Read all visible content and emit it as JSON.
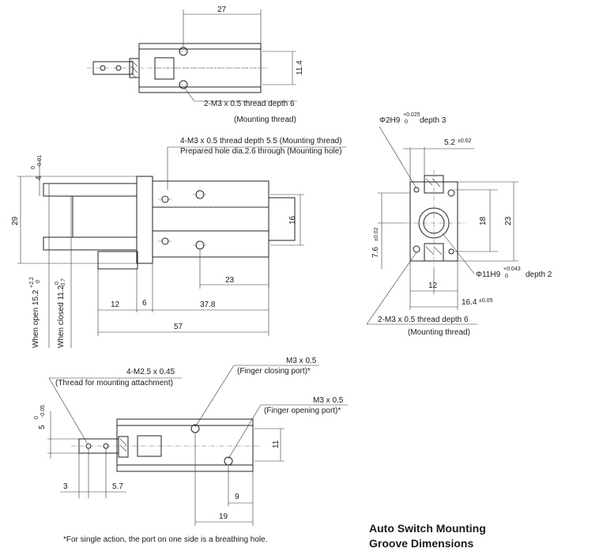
{
  "top_view": {
    "dim_27": "27",
    "dim_11_4": "11.4",
    "note_thread": "2-M3 x 0.5 thread depth 6",
    "note_mounting": "(Mounting thread)"
  },
  "front_view": {
    "note_4m3": "4-M3 x 0.5 thread depth 5.5 (Mounting thread)",
    "note_prepared": "Prepared hole dia.2.6 through  (Mounting hole)",
    "dim_4": "4",
    "dim_4_tol_upper": "0",
    "dim_4_tol_lower": "-0.01",
    "dim_29": "29",
    "dim_16": "16",
    "dim_23": "23",
    "dim_12": "12",
    "dim_6": "6",
    "dim_37_8": "37.8",
    "dim_57": "57",
    "when_open": "When open 15.2",
    "when_open_tol_upper": "+2.2",
    "when_open_tol_lower": "0",
    "when_closed": "When closed 11.2",
    "when_closed_tol_upper": "0",
    "when_closed_tol_lower": "-0.7"
  },
  "side_view": {
    "phi2h9": "Φ2H9",
    "phi2h9_tol_upper": "+0.025",
    "phi2h9_tol_lower": "0",
    "phi2h9_depth": "depth 3",
    "dim_5_2": "5.2",
    "dim_5_2_tol": "±0.02",
    "dim_18": "18",
    "dim_23": "23",
    "dim_7_6": "7.6",
    "dim_7_6_tol": "±0.02",
    "phi11h9": "Φ11H9",
    "phi11h9_tol_upper": "+0.043",
    "phi11h9_tol_lower": "0",
    "phi11h9_depth": "depth 2",
    "dim_12": "12",
    "dim_16_4": "16.4",
    "dim_16_4_tol": "±0.05",
    "note_thread": "2-M3 x 0.5 thread depth 6",
    "note_mounting": "(Mounting thread)"
  },
  "bottom_view": {
    "note_4m2": "4-M2.5 x 0.45",
    "note_attachment": "(Thread for mounting attachment)",
    "port1_thread": "M3 x 0.5",
    "port1_label": "(Finger closing port)*",
    "port2_thread": "M3 x 0.5",
    "port2_label": "(Finger opening port)*",
    "dim_5": "5",
    "dim_5_tol_upper": "0",
    "dim_5_tol_lower": "-0.05",
    "dim_11": "11",
    "dim_3": "3",
    "dim_5_7": "5.7",
    "dim_9": "9",
    "dim_19": "19"
  },
  "footnote": "*For single action, the port on one side is a breathing hole.",
  "section_title_line1": "Auto Switch Mounting",
  "section_title_line2": "Groove Dimensions"
}
